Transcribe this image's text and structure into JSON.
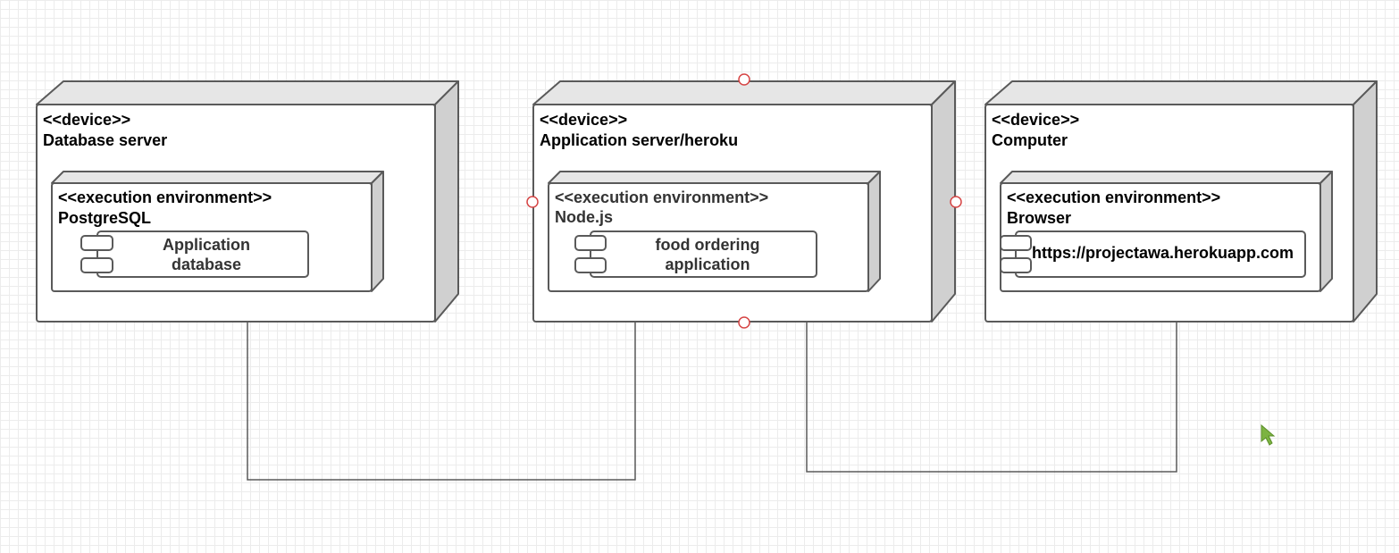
{
  "nodes": [
    {
      "stereotype": "<<device>>",
      "name": "Database server",
      "env": {
        "stereotype": "<<execution environment>>",
        "name": "PostgreSQL",
        "component": {
          "line1": "Application",
          "line2": "database"
        }
      }
    },
    {
      "stereotype": "<<device>>",
      "name": "Application server/heroku",
      "env": {
        "stereotype": "<<execution environment>>",
        "name": "Node.js",
        "component": {
          "line1": "food ordering",
          "line2": "application"
        }
      }
    },
    {
      "stereotype": "<<device>>",
      "name": "Computer",
      "env": {
        "stereotype": "<<execution environment>>",
        "name": "Browser",
        "component": {
          "line1": "https://projectawa.herokuapp.com"
        }
      }
    }
  ],
  "connections": [
    {
      "from": "Database server",
      "to": "Application server/heroku"
    },
    {
      "from": "Application server/heroku",
      "to": "Computer"
    }
  ],
  "colors": {
    "outline": "#5a5a5a",
    "node_top": "#e6e6e6",
    "node_side": "#d0d0d0",
    "selection_handle": "#d64545",
    "cursor": "#7cb342"
  },
  "cursor_icon": "arrow-cursor-icon"
}
